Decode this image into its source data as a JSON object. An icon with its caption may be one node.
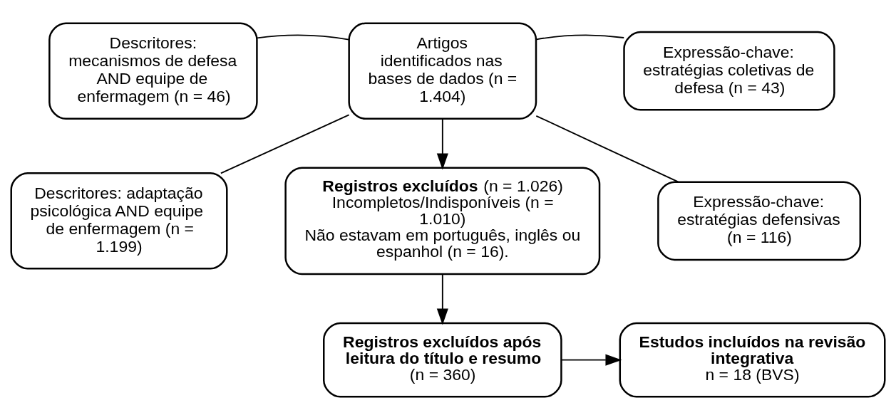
{
  "diagram": {
    "nodes": [
      {
        "text": [
          "Descritores: mecanismos de defesa AND equipe de enfermagem (n = 46)"
        ]
      },
      {
        "text": [
          "Artigos identificados nas bases de dados (n = 1.404)"
        ]
      },
      {
        "text": [
          "Expressão-chave: estratégias coletivas de defesa (n = 43)"
        ]
      },
      {
        "text": [
          "Descritores: adaptação psicológica AND equipe de enfermagem (n = 1.199)"
        ]
      },
      {
        "text": [
          "Expressão-chave: estratégias defensivas (n = 116)"
        ]
      },
      {
        "text": [
          "**Registros excluídos** (n = 1.026)",
          "Incompletos/Indisponíveis (n = 1.010)",
          "Não estavam em português, inglês ou espanhol (n = 16)."
        ]
      },
      {
        "text": [
          "Registros excluídos após leitura do título e resumo",
          "(n = 360)"
        ]
      },
      {
        "text": [
          "Estudos incluídos na revisão integrativa",
          "n = 18 (BVS)"
        ]
      }
    ],
    "edges": [
      {
        "from": 0,
        "to": 1,
        "arrow": "none"
      },
      {
        "from": 3,
        "to": 1,
        "arrow": "none"
      },
      {
        "from": 2,
        "to": 1,
        "arrow": "none"
      },
      {
        "from": 4,
        "to": 1,
        "arrow": "none"
      },
      {
        "from": 1,
        "to": 5,
        "arrow": "to"
      },
      {
        "from": 5,
        "to": 6,
        "arrow": "to"
      },
      {
        "from": 6,
        "to": 7,
        "arrow": "to"
      }
    ]
  }
}
